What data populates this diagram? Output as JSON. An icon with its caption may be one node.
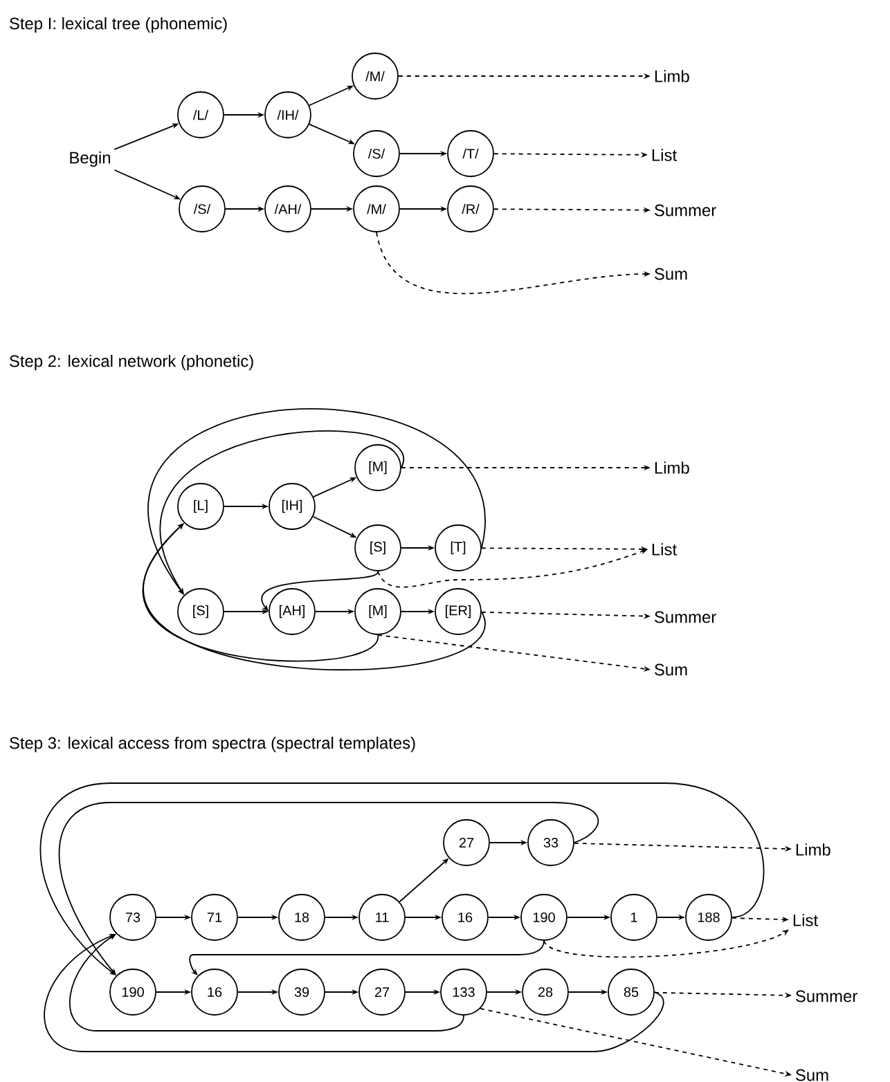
{
  "diagram": {
    "nodes": [
      {
        "text": [
          "Begin"
        ]
      },
      {
        "text": [
          "/L/"
        ]
      },
      {
        "text": [
          "/IH/"
        ]
      },
      {
        "text": [
          "/M/"
        ]
      },
      {
        "text": [
          "/S/"
        ]
      },
      {
        "text": [
          "/T/"
        ]
      },
      {
        "text": [
          "/S/"
        ]
      },
      {
        "text": [
          "/AH/"
        ]
      },
      {
        "text": [
          "/M/"
        ]
      },
      {
        "text": [
          "/R/"
        ]
      },
      {
        "text": [
          "Limb"
        ]
      },
      {
        "text": [
          "List"
        ]
      },
      {
        "text": [
          "Summer"
        ]
      },
      {
        "text": [
          "Sum"
        ]
      },
      {
        "text": [
          "[L]"
        ]
      },
      {
        "text": [
          "[IH]"
        ]
      },
      {
        "text": [
          "[M]"
        ]
      },
      {
        "text": [
          "[S]"
        ]
      },
      {
        "text": [
          "[T]"
        ]
      },
      {
        "text": [
          "[S]"
        ]
      },
      {
        "text": [
          "[AH]"
        ]
      },
      {
        "text": [
          "[M]"
        ]
      },
      {
        "text": [
          "[ER]"
        ]
      },
      {
        "text": [
          "Limb"
        ]
      },
      {
        "text": [
          "List"
        ]
      },
      {
        "text": [
          "Summer"
        ]
      },
      {
        "text": [
          "Sum"
        ]
      },
      {
        "text": [
          "27"
        ]
      },
      {
        "text": [
          "33"
        ]
      },
      {
        "text": [
          "73"
        ]
      },
      {
        "text": [
          "71"
        ]
      },
      {
        "text": [
          "18"
        ]
      },
      {
        "text": [
          "11"
        ]
      },
      {
        "text": [
          "16"
        ]
      },
      {
        "text": [
          "190"
        ]
      },
      {
        "text": [
          "1"
        ]
      },
      {
        "text": [
          "188"
        ]
      },
      {
        "text": [
          "190"
        ]
      },
      {
        "text": [
          "16"
        ]
      },
      {
        "text": [
          "39"
        ]
      },
      {
        "text": [
          "27"
        ]
      },
      {
        "text": [
          "133"
        ]
      },
      {
        "text": [
          "28"
        ]
      },
      {
        "text": [
          "85"
        ]
      },
      {
        "text": [
          "Limb"
        ]
      },
      {
        "text": [
          "List"
        ]
      },
      {
        "text": [
          "Summer"
        ]
      },
      {
        "text": [
          "Sum"
        ]
      }
    ],
    "edges": [
      {
        "from": 0,
        "to": 1,
        "arrow": "to"
      },
      {
        "from": 0,
        "to": 6,
        "arrow": "to"
      },
      {
        "from": 1,
        "to": 2,
        "arrow": "to"
      },
      {
        "from": 2,
        "to": 3,
        "arrow": "to"
      },
      {
        "from": 2,
        "to": 4,
        "arrow": "to"
      },
      {
        "from": 4,
        "to": 5,
        "arrow": "to"
      },
      {
        "from": 6,
        "to": 7,
        "arrow": "to"
      },
      {
        "from": 7,
        "to": 8,
        "arrow": "to"
      },
      {
        "from": 8,
        "to": 9,
        "arrow": "to"
      },
      {
        "from": 3,
        "to": 10,
        "arrow": "to",
        "style": "dashed"
      },
      {
        "from": 5,
        "to": 11,
        "arrow": "to",
        "style": "dashed"
      },
      {
        "from": 9,
        "to": 12,
        "arrow": "to",
        "style": "dashed"
      },
      {
        "from": 8,
        "to": 13,
        "arrow": "to",
        "style": "dashed"
      },
      {
        "from": 14,
        "to": 15,
        "arrow": "to"
      },
      {
        "from": 15,
        "to": 16,
        "arrow": "to"
      },
      {
        "from": 15,
        "to": 17,
        "arrow": "to"
      },
      {
        "from": 17,
        "to": 18,
        "arrow": "to"
      },
      {
        "from": 19,
        "to": 20,
        "arrow": "to"
      },
      {
        "from": 20,
        "to": 21,
        "arrow": "to"
      },
      {
        "from": 21,
        "to": 22,
        "arrow": "to"
      },
      {
        "from": 16,
        "to": 19,
        "arrow": "to"
      },
      {
        "from": 18,
        "to": 19,
        "arrow": "to"
      },
      {
        "from": 17,
        "to": 20,
        "arrow": "to"
      },
      {
        "from": 21,
        "to": 14,
        "arrow": "to"
      },
      {
        "from": 22,
        "to": 14,
        "arrow": "to"
      },
      {
        "from": 16,
        "to": 23,
        "arrow": "to",
        "style": "dashed"
      },
      {
        "from": 18,
        "to": 24,
        "arrow": "to",
        "style": "dashed"
      },
      {
        "from": 17,
        "to": 24,
        "arrow": "to",
        "style": "dashed"
      },
      {
        "from": 22,
        "to": 25,
        "arrow": "to",
        "style": "dashed"
      },
      {
        "from": 21,
        "to": 26,
        "arrow": "to",
        "style": "dashed"
      },
      {
        "from": 29,
        "to": 30,
        "arrow": "to"
      },
      {
        "from": 30,
        "to": 31,
        "arrow": "to"
      },
      {
        "from": 31,
        "to": 32,
        "arrow": "to"
      },
      {
        "from": 32,
        "to": 27,
        "arrow": "to"
      },
      {
        "from": 27,
        "to": 28,
        "arrow": "to"
      },
      {
        "from": 32,
        "to": 33,
        "arrow": "to"
      },
      {
        "from": 33,
        "to": 34,
        "arrow": "to"
      },
      {
        "from": 34,
        "to": 35,
        "arrow": "to"
      },
      {
        "from": 35,
        "to": 36,
        "arrow": "to"
      },
      {
        "from": 37,
        "to": 38,
        "arrow": "to"
      },
      {
        "from": 38,
        "to": 39,
        "arrow": "to"
      },
      {
        "from": 39,
        "to": 40,
        "arrow": "to"
      },
      {
        "from": 40,
        "to": 41,
        "arrow": "to"
      },
      {
        "from": 41,
        "to": 42,
        "arrow": "to"
      },
      {
        "from": 42,
        "to": 43,
        "arrow": "to"
      },
      {
        "from": 28,
        "to": 37,
        "arrow": "to"
      },
      {
        "from": 36,
        "to": 37,
        "arrow": "to"
      },
      {
        "from": 34,
        "to": 38,
        "arrow": "to"
      },
      {
        "from": 41,
        "to": 29,
        "arrow": "to"
      },
      {
        "from": 43,
        "to": 29,
        "arrow": "to"
      },
      {
        "from": 28,
        "to": 44,
        "arrow": "to",
        "style": "dashed"
      },
      {
        "from": 36,
        "to": 45,
        "arrow": "to",
        "style": "dashed"
      },
      {
        "from": 34,
        "to": 45,
        "arrow": "to",
        "style": "dashed"
      },
      {
        "from": 43,
        "to": 46,
        "arrow": "to",
        "style": "dashed"
      },
      {
        "from": 41,
        "to": 47,
        "arrow": "to",
        "style": "dashed"
      }
    ],
    "labels": [
      "Step I: lexical tree (phonemic)",
      "Step 2: lexical network (phonetic)",
      "Step 3: lexical access from spectra (spectral templates)"
    ]
  }
}
